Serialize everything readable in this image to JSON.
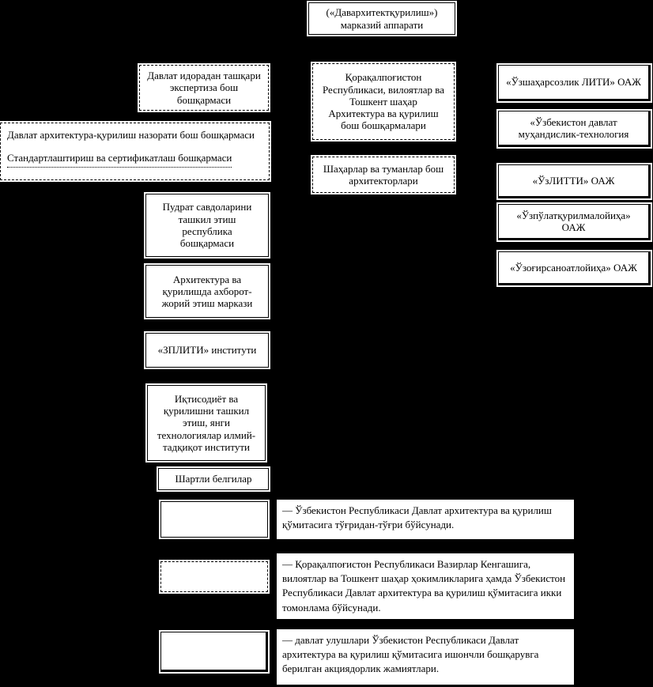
{
  "colors": {
    "background": "#000000",
    "box_bg": "#ffffff",
    "text": "#000000",
    "border": "#000000"
  },
  "nodes": {
    "central_office": "(«Давархитектқурилиш»)\nмарказий аппарати",
    "expertise": "Давлат идорадан ташқари\nэкспертиза бош\nбошқармаси",
    "regional_departments": "Қорақалпоғистон\nРеспубликаси, вилоятлар ва\nТошкент шаҳар\nАрхитектура ва қурилиш\nбош бошқармалари",
    "city_architects": "Шаҳарлар ва туманлар бош\nархитекторлари",
    "supervision": "Давлат архитектура-қурилиш назорати бош бошқармаси",
    "standardization": "Стандартлаштириш ва сертификатлаш бошқармаси",
    "contract_auctions": "Пудрат савдоларини\nташкил этиш\nреспублика\nбошқармаси",
    "info_center": "Архитектура ва\nқурилишда ахборот-\nжорий этиш маркази",
    "zpliti_institute": "«ЗПЛИТИ» институти",
    "economy_institute": "Иқтисодиёт ва\nқурилишни ташкил\nэтиш, янги\nтехнологиялар илмий-\nтадқиқот институти",
    "uzshaharsozlik": "«Ўзшаҳарсозлик ЛИТИ» ОАЖ",
    "engineering_tech": "«Ўзбекистон давлат\nмуҳандислик-технология",
    "uzlitti": "«ЎзЛИТТИ» ОАЖ",
    "uzpulat": "«Ўзпўлатқурилмалойиҳа»\nОАЖ",
    "uzogirsanoat": "«Ўзоғирсаноатлойиҳа» ОАЖ"
  },
  "legend": {
    "header": "Шартли белгилар",
    "items": [
      {
        "box_style": "solid",
        "text": "— Ўзбекистон Республикаси Давлат архитектура ва қурилиш қўмитасига тўғридан-тўғри бўйсунади."
      },
      {
        "box_style": "dashed",
        "text": "— Қорақалпоғистон Республикаси Вазирлар Кенгашига, вилоятлар ва Тошкент шаҳар ҳокимликларига ҳамда Ўзбекистон Республикаси Давлат архитектура ва қурилиш қўмитасига икки томонлама бўйсунади."
      },
      {
        "box_style": "shadow",
        "text": "— давлат улушлари Ўзбекистон Республикаси Давлат архитектура ва қурилиш қўмитасига ишончли бошқарувга берилган акциядорлик жамиятлари."
      }
    ]
  }
}
